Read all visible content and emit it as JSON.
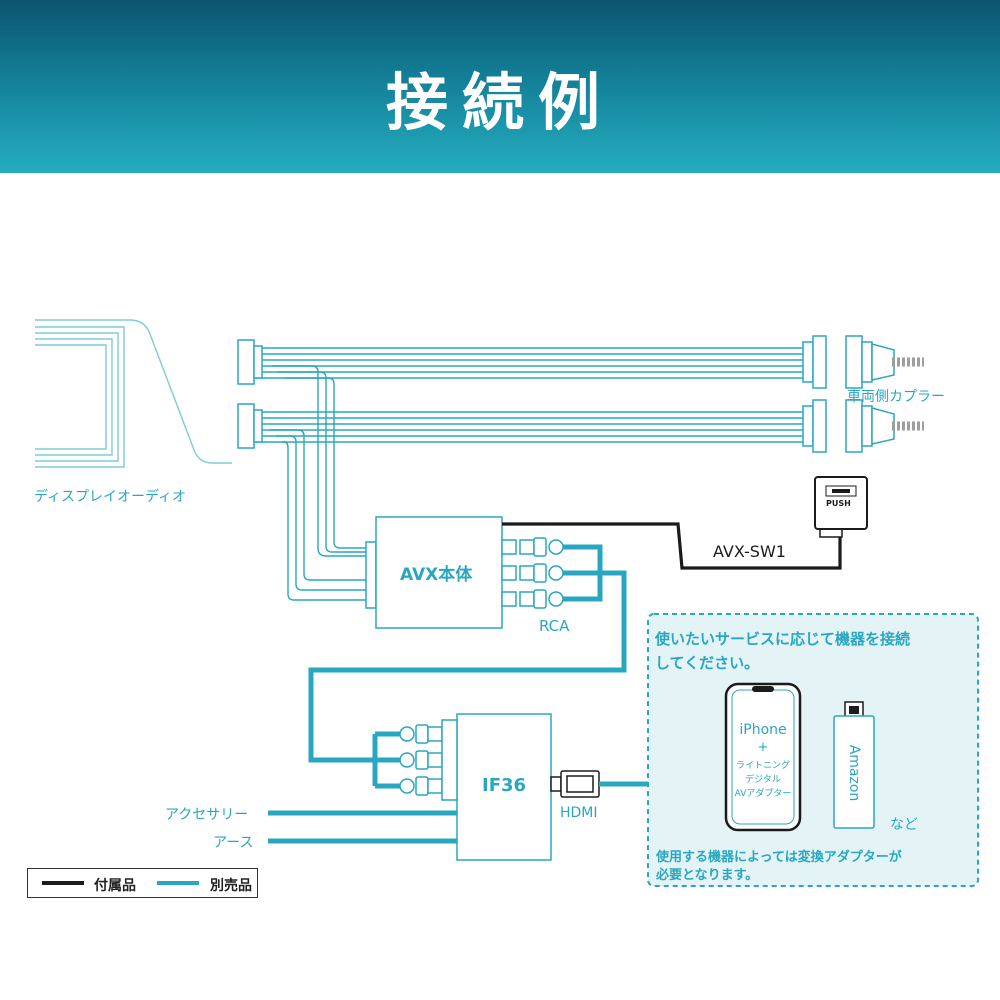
{
  "header": {
    "title": "接続例"
  },
  "labels": {
    "display_audio": "ディスプレイオーディオ",
    "vehicle_coupler": "車両側カプラー",
    "avx_unit": "AVX本体",
    "rca": "RCA",
    "avx_sw1": "AVX-SW1",
    "push": "PUSH",
    "if36": "IF36",
    "hdmi": "HDMI",
    "accessory": "アクセサリー",
    "earth": "アース"
  },
  "panel": {
    "heading_line1": "使いたいサービスに応じて機器を接続",
    "heading_line2": "してください。",
    "iphone_label": "iPhone",
    "iphone_plus": "+",
    "adapter_line1": "ライトニング",
    "adapter_line2": "デジタル",
    "adapter_line3": "AVアダプター",
    "amazon_label": "Amazon",
    "etc": "など",
    "note_line1": "使用する機器によっては変換アダプターが",
    "note_line2": "必要となります。"
  },
  "legend": {
    "included": "付属品",
    "sold_separately": "別売品"
  },
  "colors": {
    "included": "#1b1b1b",
    "sold_separately": "#2aa7c0",
    "header_dark": "#0b5470",
    "header_light": "#25adbf"
  }
}
